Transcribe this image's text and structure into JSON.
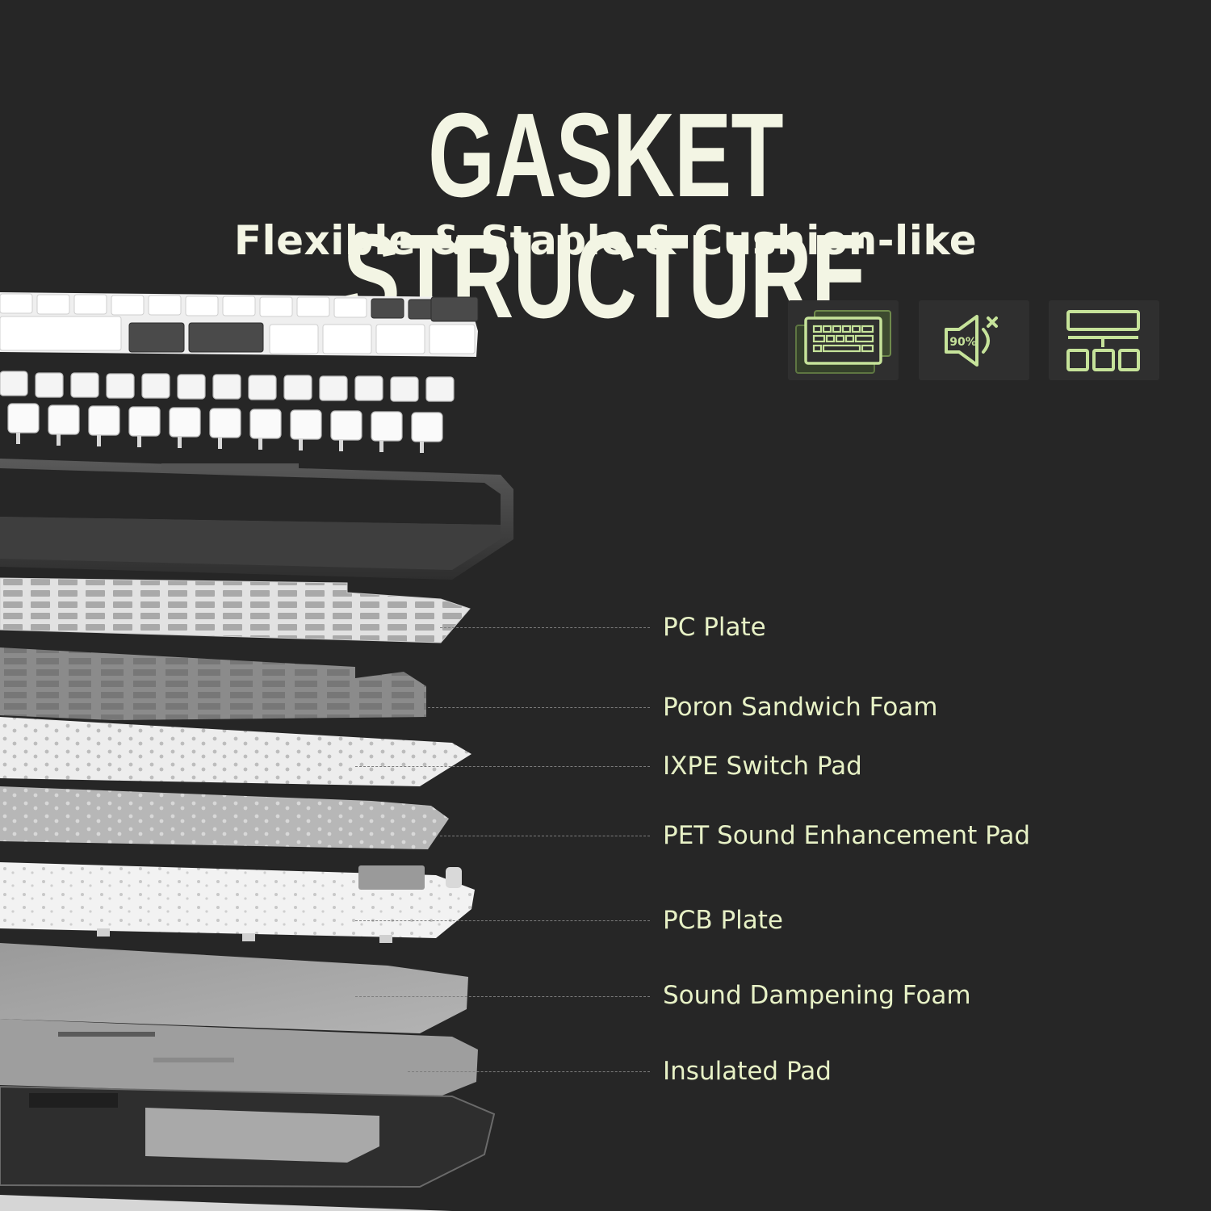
{
  "header": {
    "title": "GASKET STRUCTURE",
    "subtitle": "Flexible & Stable & Cushion-like"
  },
  "features": [
    {
      "icon": "layered-keyboard-icon"
    },
    {
      "icon": "muted-speaker-90-icon",
      "text": "90%"
    },
    {
      "icon": "layer-structure-icon"
    }
  ],
  "layers": [
    {
      "label": "PC Plate"
    },
    {
      "label": "Poron Sandwich Foam"
    },
    {
      "label": "IXPE Switch Pad"
    },
    {
      "label": "PET Sound Enhancement Pad"
    },
    {
      "label": "PCB Plate"
    },
    {
      "label": "Sound Dampening Foam"
    },
    {
      "label": "Insulated Pad"
    }
  ],
  "colors": {
    "background": "#262626",
    "title": "#f3f5e4",
    "label": "#e7f1c6",
    "icon_accent": "#c6e39a",
    "leader_line": "#7c7c7c"
  }
}
